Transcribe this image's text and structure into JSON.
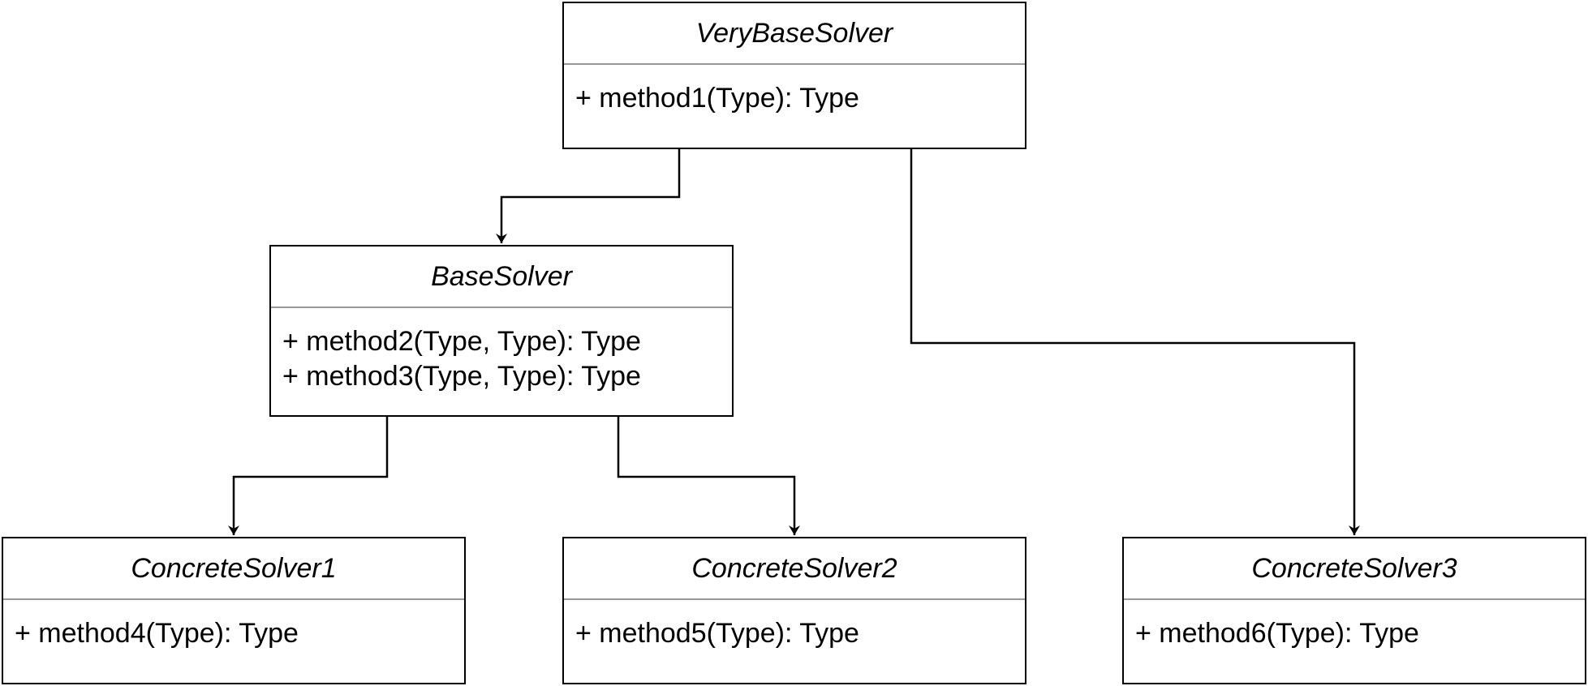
{
  "diagram": {
    "classes": [
      {
        "id": "verybase",
        "name": "VeryBaseSolver",
        "methods": [
          "+ method1(Type): Type"
        ]
      },
      {
        "id": "base",
        "name": "BaseSolver",
        "methods": [
          "+ method2(Type, Type): Type",
          "+ method3(Type, Type): Type"
        ]
      },
      {
        "id": "c1",
        "name": "ConcreteSolver1",
        "methods": [
          "+ method4(Type): Type"
        ]
      },
      {
        "id": "c2",
        "name": "ConcreteSolver2",
        "methods": [
          "+ method5(Type): Type"
        ]
      },
      {
        "id": "c3",
        "name": "ConcreteSolver3",
        "methods": [
          "+ method6(Type): Type"
        ]
      }
    ],
    "edges": [
      {
        "from": "verybase",
        "to": "base"
      },
      {
        "from": "verybase",
        "to": "c3"
      },
      {
        "from": "base",
        "to": "c1"
      },
      {
        "from": "base",
        "to": "c2"
      }
    ],
    "colors": {
      "line": "#000000",
      "divider": "#999999",
      "background": "#ffffff"
    }
  }
}
